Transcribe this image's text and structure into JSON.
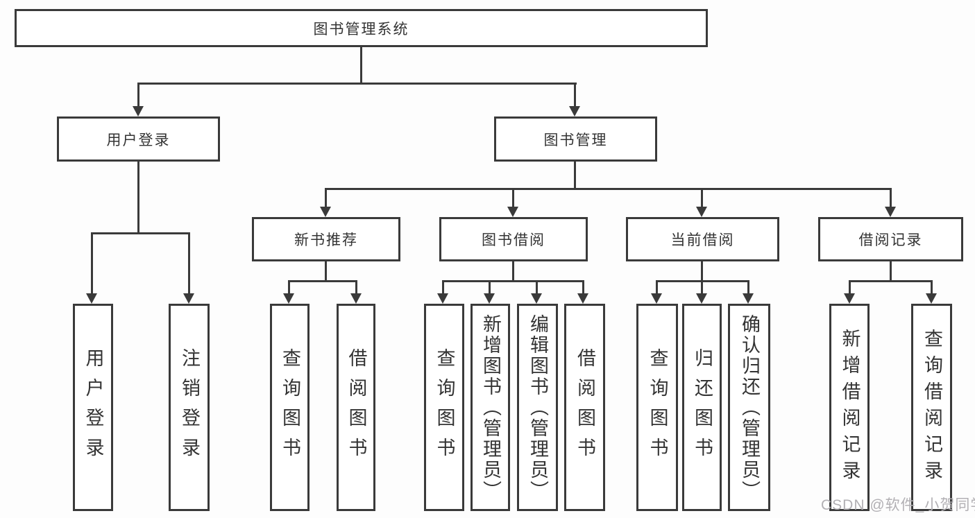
{
  "diagram": {
    "title": "图书管理系统",
    "root": {
      "label": "图书管理系统"
    },
    "level2": [
      {
        "label": "用户登录"
      },
      {
        "label": "图书管理"
      }
    ],
    "level3": [
      {
        "label": "新书推荐"
      },
      {
        "label": "图书借阅"
      },
      {
        "label": "当前借阅"
      },
      {
        "label": "借阅记录"
      }
    ],
    "leaves": [
      {
        "label": "用户登录",
        "parent": "用户登录"
      },
      {
        "label": "注销登录",
        "parent": "用户登录"
      },
      {
        "label": "查询图书",
        "parent": "新书推荐"
      },
      {
        "label": "借阅图书",
        "parent": "新书推荐"
      },
      {
        "label": "查询图书",
        "parent": "图书借阅"
      },
      {
        "label": "新增图书（管理员）",
        "parent": "图书借阅"
      },
      {
        "label": "编辑图书（管理员）",
        "parent": "图书借阅"
      },
      {
        "label": "借阅图书",
        "parent": "图书借阅"
      },
      {
        "label": "查询图书",
        "parent": "当前借阅"
      },
      {
        "label": "归还图书",
        "parent": "当前借阅"
      },
      {
        "label": "确认归还（管理员）",
        "parent": "当前借阅"
      },
      {
        "label": "新增借阅记录",
        "parent": "借阅记录"
      },
      {
        "label": "查询借阅记录",
        "parent": "借阅记录"
      }
    ]
  },
  "watermark": {
    "text": "CSDN @软件_小贺同学"
  },
  "colors": {
    "line": "#3a3a3a",
    "text": "#333333",
    "background": "#fdfdfd",
    "watermark": "#b2b0b4"
  }
}
